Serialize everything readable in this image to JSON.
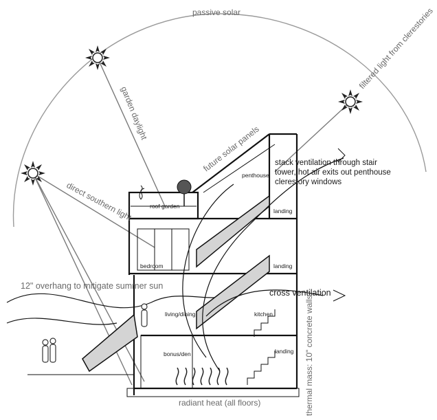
{
  "labels": {
    "passive_solar": "passive solar",
    "garden_daylight": "garden daylight",
    "filtered_light": "filtered light from clerestories",
    "future_solar": "future solar panels",
    "direct_southern": "direct southern light",
    "overhang": "12\" overhang to mitigate summer sun",
    "stack_line1": "stack ventilation through stair",
    "stack_line2": "tower, hot air exits out penthouse",
    "stack_line3": "clerestory windows",
    "cross_vent": "cross ventilation",
    "radiant_heat": "radiant heat (all floors)",
    "thermal_mass": "thermal mass: 10\" concrete walls"
  },
  "rooms": {
    "penthouse": "penthouse",
    "roof_garden": "roof garden",
    "bedroom": "bedroom",
    "living_dining": "living/dining",
    "kitchen": "kitchen",
    "bonus_den": "bonus/den",
    "landing_top": "landing",
    "landing_mid": "landing",
    "landing_low": "landing"
  },
  "icons": [
    "sun-icon",
    "tree-icon",
    "person-icon",
    "arrow-icon"
  ]
}
